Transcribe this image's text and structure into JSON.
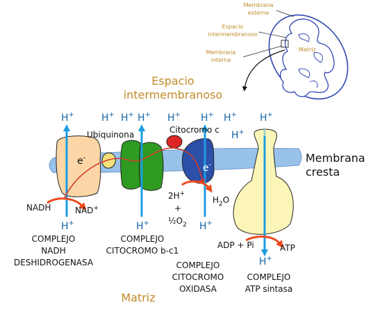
{
  "colors": {
    "membrane": "#99c2ea",
    "membrane_stroke": "#6e97c6",
    "complex1": "#fcd6a6",
    "complex1_small": "#f2e07a",
    "complex3": "#2f9a22",
    "cytochrome_c": "#dc2626",
    "complex4": "#2c4fa8",
    "atp_synthase": "#fbf6b8",
    "proton_arrow": "#1c9ce3",
    "electron_path": "#d23b2b",
    "reaction_arrow": "#ee4b1e",
    "gold_text": "#c08a2a",
    "mito_outline": "#3045b5"
  },
  "labels": {
    "espacio_line1": "Espacio",
    "espacio_line2": "intermembranoso",
    "matriz": "Matriz",
    "membrana_line1": "Membrana",
    "membrana_line2": "cresta",
    "ubiquinona": "Ubiquinona",
    "citocromo_c": "Citocromo c",
    "electron": "e",
    "electron_sign": "-",
    "proton": "H",
    "proton_sign": "+",
    "nadh": "NADH",
    "nad_plus": "NAD",
    "nad_sign": "+",
    "two_h": "2H",
    "two_h_sign": "+",
    "plus": "+",
    "half": "½O",
    "half_sub": "2",
    "water_h": "H",
    "water_sub": "2",
    "water_o": "O",
    "adp_pi": "ADP + Pi",
    "atp": "ATP"
  },
  "complexes": {
    "c1": [
      "COMPLEJO",
      "NADH",
      "DESHIDROGENASA"
    ],
    "c3": [
      "COMPLEJO",
      "CITOCROMO b-c1"
    ],
    "c4": [
      "COMPLEJO",
      "CITOCROMO",
      "OXIDASA"
    ],
    "c5": [
      "COMPLEJO",
      "ATP sintasa"
    ]
  },
  "inset": {
    "membrana_externa": [
      "Membrana",
      "externa"
    ],
    "espacio": [
      "Espacio",
      "intermembranoso"
    ],
    "membrana_interna": [
      "Membrana",
      "interna"
    ],
    "matriz": "Matriz"
  }
}
